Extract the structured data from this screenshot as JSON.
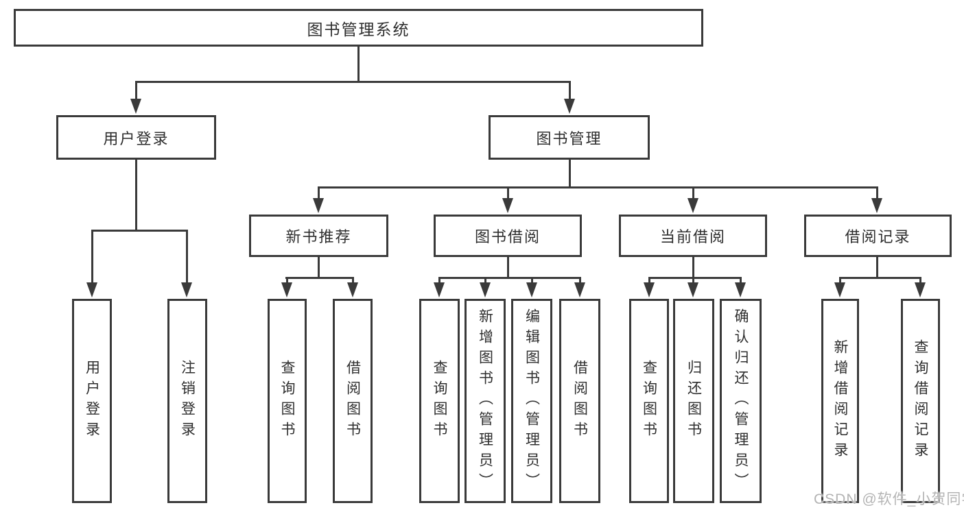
{
  "tree": {
    "root": "图书管理系统",
    "user_login": {
      "label": "用户登录",
      "children": [
        "用户登录",
        "注销登录"
      ]
    },
    "book_management": {
      "label": "图书管理",
      "sections": [
        {
          "label": "新书推荐",
          "children": [
            "查询图书",
            "借阅图书"
          ]
        },
        {
          "label": "图书借阅",
          "children": [
            "查询图书",
            "新增图书（管理员）",
            "编辑图书（管理员）",
            "借阅图书"
          ]
        },
        {
          "label": "当前借阅",
          "children": [
            "查询图书",
            "归还图书",
            "确认归还（管理员）"
          ]
        },
        {
          "label": "借阅记录",
          "children": [
            "新增借阅记录",
            "查询借阅记录"
          ]
        }
      ]
    }
  },
  "watermark": "CSDN @软件_小贺同学",
  "colors": {
    "line": "#3a3a3a",
    "text": "#2e2e2e",
    "background": "#ffffff",
    "watermark": "#b4b4b4"
  }
}
